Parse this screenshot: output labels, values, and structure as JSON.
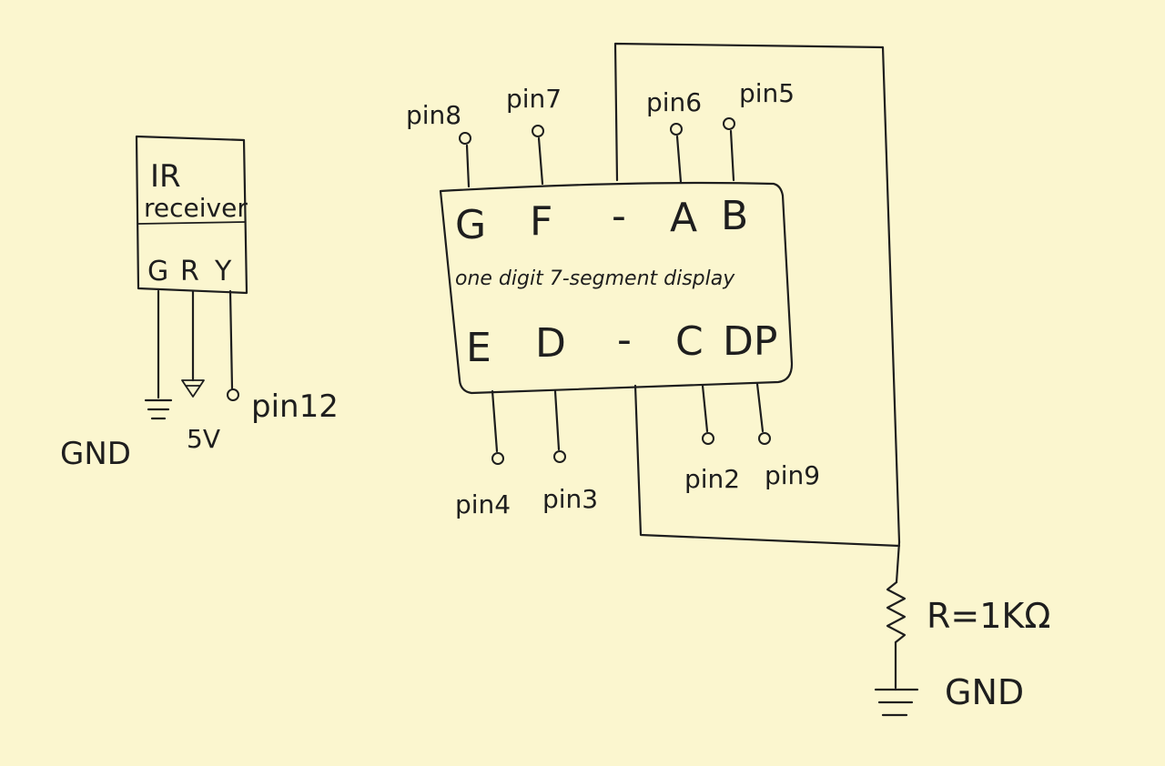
{
  "ir_receiver": {
    "title_line1": "IR",
    "title_line2": "receiver",
    "pin_g": "G",
    "pin_r": "R",
    "pin_y": "Y",
    "gnd_label": "GND",
    "vcc_label": "5V",
    "signal_label": "pin12"
  },
  "display": {
    "title": "one digit 7-segment display",
    "top_pins": [
      "G",
      "F",
      "-",
      "A",
      "B"
    ],
    "bottom_pins": [
      "E",
      "D",
      "-",
      "C",
      "DP"
    ],
    "top_connections": [
      "pin8",
      "pin7",
      "pin6",
      "pin5"
    ],
    "bottom_connections": [
      "pin4",
      "pin3",
      "pin2",
      "pin9"
    ]
  },
  "resistor": {
    "label": "R=1KΩ",
    "gnd_label": "GND"
  }
}
